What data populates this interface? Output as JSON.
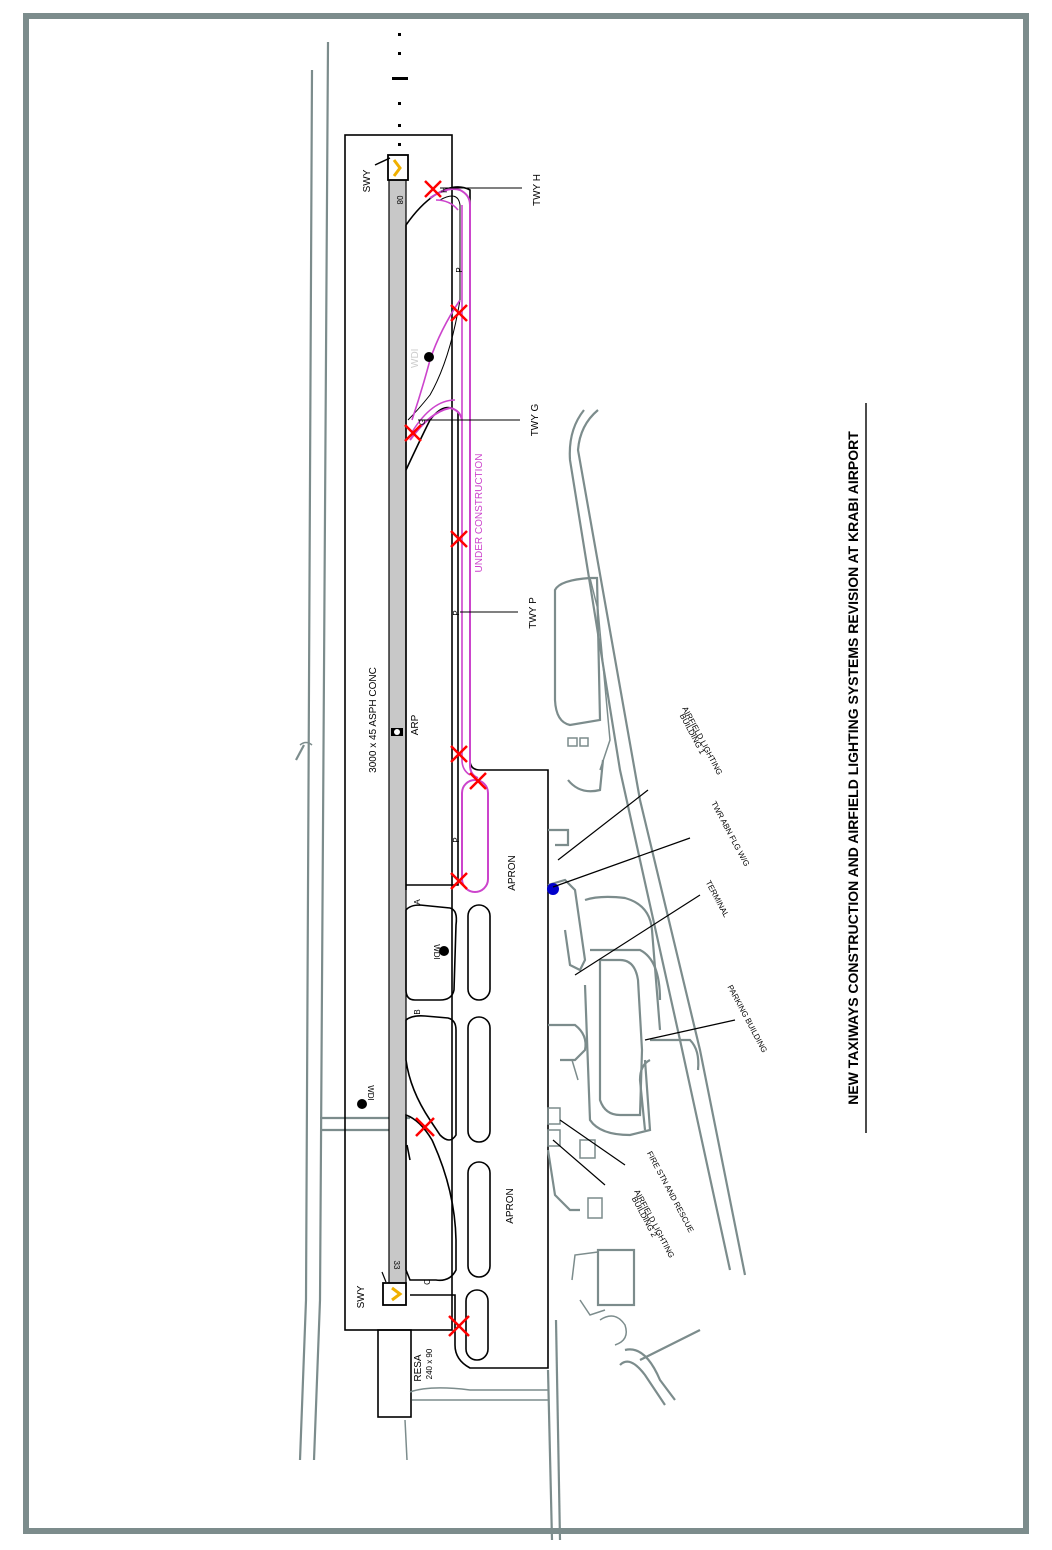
{
  "title": "NEW TAXIWAYS CONSTRUCTION AND AIRFIELD LIGHTING  SYSTEMS REVISION AT KRABI AIRPORT",
  "runway": {
    "spec": "3000 x 45 ASPH CONC",
    "arp": "ARP",
    "end_north": "08",
    "end_south": "33"
  },
  "swy_north": "SWY",
  "swy_south": "SWY",
  "resa": {
    "label": "RESA",
    "size": "240 x 90"
  },
  "taxiways": {
    "twy_h": "TWY H",
    "twy_g": "TWY G",
    "twy_p": "TWY P",
    "letter_h": "H",
    "letter_g": "G",
    "letter_p1": "P",
    "letter_p2": "P",
    "letter_p3": "P",
    "letter_a": "A",
    "letter_b": "B",
    "letter_c": "C"
  },
  "under_construction": "UNDER CONSTRUCTION",
  "wdi": [
    "WDI",
    "WDI",
    "WDI"
  ],
  "apron": [
    "APRON",
    "APRON"
  ],
  "buildings": {
    "airfield_lighting_1": [
      "AIRFIELD LIGHTING",
      "BUILDING 1"
    ],
    "twr_abn": "TWR ABN FLG W/G",
    "terminal": "TERMINAL",
    "parking": "PARKING BUILDING",
    "fire_station": "FIRE STN AND RESCUE",
    "airfield_lighting_2": [
      "AIRFIELD LIGHTING",
      "BUILDING 2"
    ]
  },
  "colors": {
    "border": "#7c8c8c",
    "runway_fill": "#c8c8c8",
    "construction": "#cc44cc",
    "closure_mark": "#ff0000",
    "swy_marker": "#f0b000",
    "windsock": "#0000cc"
  }
}
